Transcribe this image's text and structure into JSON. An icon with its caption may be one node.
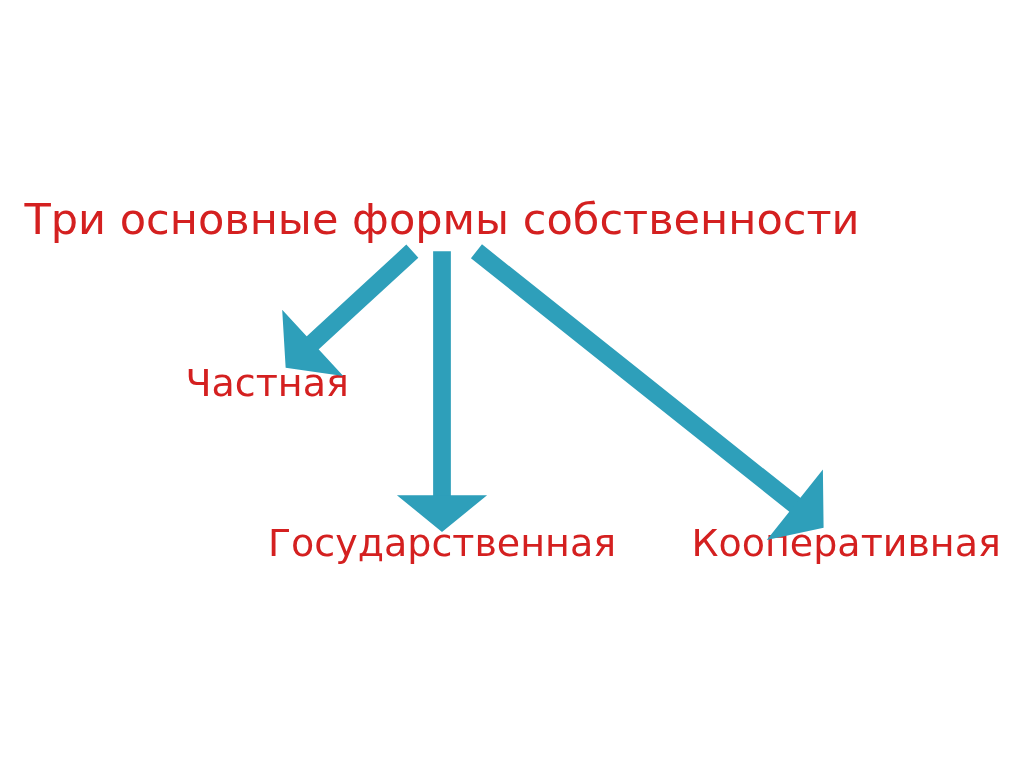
{
  "diagram": {
    "nodes": [
      {
        "text": [
          "Три основные формы собственности"
        ]
      },
      {
        "text": [
          "Частная"
        ]
      },
      {
        "text": [
          "Государственная"
        ]
      },
      {
        "text": [
          "Кооперативная"
        ]
      }
    ],
    "edges": [
      {
        "from": 0,
        "to": 2,
        "arrow": "to"
      },
      {
        "from": 0,
        "to": 1,
        "arrow": "to"
      },
      {
        "from": 0,
        "to": 3,
        "arrow": "to"
      }
    ]
  }
}
